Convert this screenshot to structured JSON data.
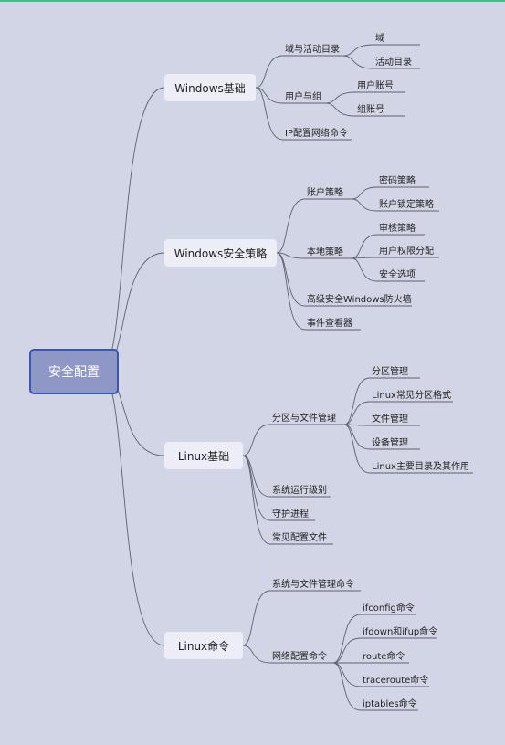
{
  "root": "安全配置",
  "branches": [
    {
      "label": "Windows基础",
      "children": [
        {
          "label": "域与活动目录",
          "children": [
            "域",
            "活动目录"
          ]
        },
        {
          "label": "用户与组",
          "children": [
            "用户账号",
            "组账号"
          ]
        },
        {
          "label": "IP配置网络命令",
          "children": []
        }
      ]
    },
    {
      "label": "Windows安全策略",
      "children": [
        {
          "label": "账户策略",
          "children": [
            "密码策略",
            "账户锁定策略"
          ]
        },
        {
          "label": "本地策略",
          "children": [
            "审核策略",
            "用户权限分配",
            "安全选项"
          ]
        },
        {
          "label": "高级安全Windows防火墙",
          "children": []
        },
        {
          "label": "事件查看器",
          "children": []
        }
      ]
    },
    {
      "label": "Linux基础",
      "children": [
        {
          "label": "分区与文件管理",
          "children": [
            "分区管理",
            "Linux常见分区格式",
            "文件管理",
            "设备管理",
            "Linux主要目录及其作用"
          ]
        },
        {
          "label": "系统运行级别",
          "children": []
        },
        {
          "label": "守护进程",
          "children": []
        },
        {
          "label": "常见配置文件",
          "children": []
        }
      ]
    },
    {
      "label": "Linux命令",
      "children": [
        {
          "label": "系统与文件管理命令",
          "children": []
        },
        {
          "label": "网络配置命令",
          "children": [
            "ifconfig命令",
            "ifdown和ifup命令",
            "route命令",
            "traceroute命令",
            "iptables命令"
          ]
        }
      ]
    }
  ]
}
